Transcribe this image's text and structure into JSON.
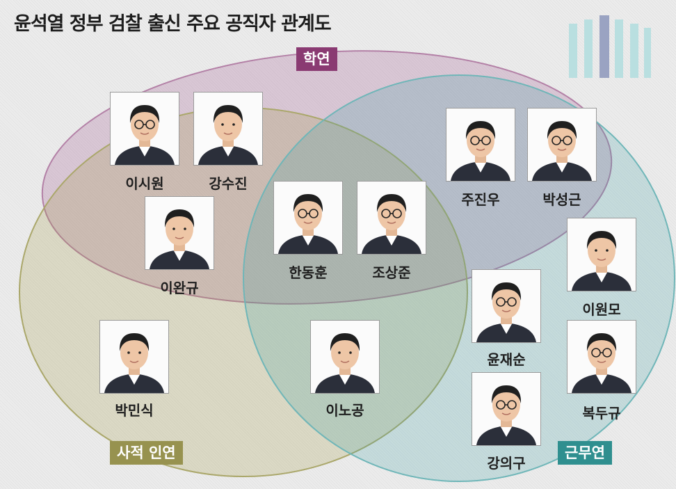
{
  "title": "윤석열 정부 검찰 출신 주요 공직자 관계도",
  "groups": {
    "school": {
      "label": "학연",
      "color": "#8a3a72"
    },
    "personal": {
      "label": "사적 인연",
      "color": "#97924f"
    },
    "work": {
      "label": "근무연",
      "color": "#2f8f8f"
    }
  },
  "people": [
    {
      "name": "이시원",
      "glasses": true
    },
    {
      "name": "강수진",
      "glasses": false
    },
    {
      "name": "이완규",
      "glasses": false
    },
    {
      "name": "한동훈",
      "glasses": true
    },
    {
      "name": "조상준",
      "glasses": true
    },
    {
      "name": "주진우",
      "glasses": true
    },
    {
      "name": "박성근",
      "glasses": true
    },
    {
      "name": "이원모",
      "glasses": false
    },
    {
      "name": "윤재순",
      "glasses": true
    },
    {
      "name": "복두규",
      "glasses": true
    },
    {
      "name": "박민식",
      "glasses": false
    },
    {
      "name": "이노공",
      "glasses": false
    },
    {
      "name": "강의구",
      "glasses": true
    }
  ]
}
